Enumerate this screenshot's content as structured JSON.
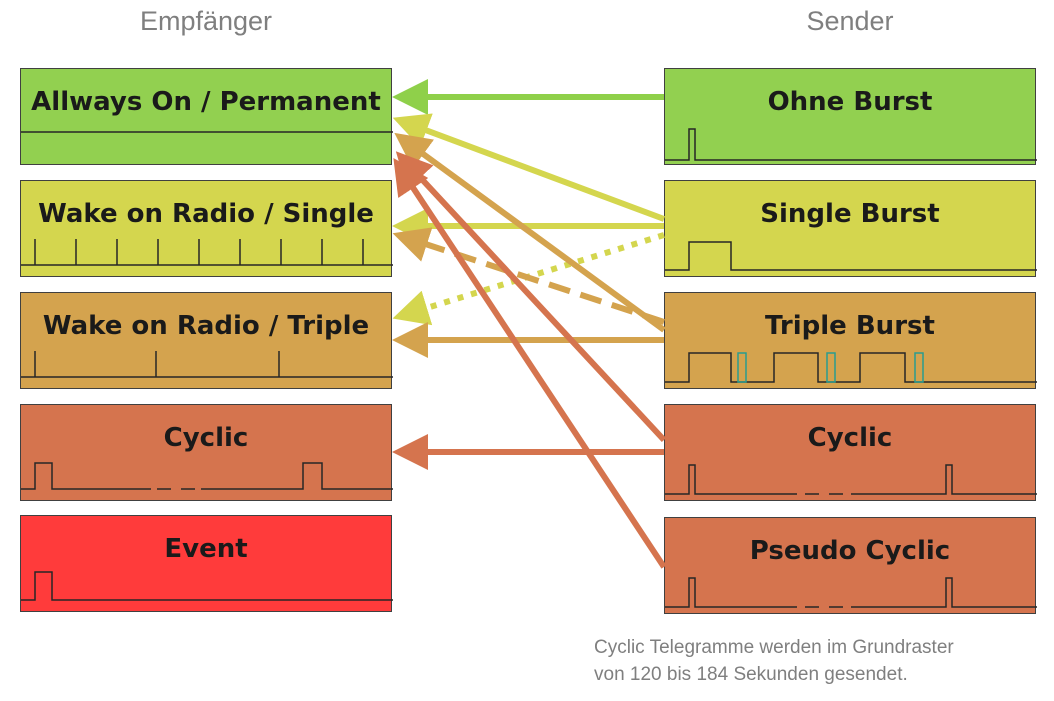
{
  "headers": {
    "receiver": "Empfänger",
    "sender": "Sender"
  },
  "receivers": [
    {
      "label": "Allways On / Permanent",
      "color": "#92d050"
    },
    {
      "label": "Wake on Radio / Single",
      "color": "#d4d64e"
    },
    {
      "label": "Wake on Radio / Triple",
      "color": "#d4a34e"
    },
    {
      "label": "Cyclic",
      "color": "#d5744e"
    },
    {
      "label": "Event",
      "color": "#ff3b3b"
    }
  ],
  "senders": [
    {
      "label": "Ohne Burst",
      "color": "#92d050"
    },
    {
      "label": "Single Burst",
      "color": "#d4d64e"
    },
    {
      "label": "Triple Burst",
      "color": "#d4a34e"
    },
    {
      "label": "Cyclic",
      "color": "#d5744e"
    },
    {
      "label": "Pseudo Cyclic",
      "color": "#d5744e"
    }
  ],
  "note": {
    "line1": "Cyclic Telegramme werden im Grundraster",
    "line2": "von 120 bis 184 Sekunden gesendet."
  },
  "connections": [
    {
      "from": "Ohne Burst",
      "to": "Allways On / Permanent",
      "style": "solid",
      "color": "#8fd04a"
    },
    {
      "from": "Single Burst",
      "to": "Allways On / Permanent",
      "style": "solid",
      "color": "#d4d64e"
    },
    {
      "from": "Single Burst",
      "to": "Wake on Radio / Single",
      "style": "solid",
      "color": "#d4d64e"
    },
    {
      "from": "Single Burst",
      "to": "Wake on Radio / Triple",
      "style": "dotted",
      "color": "#d4d64e"
    },
    {
      "from": "Triple Burst",
      "to": "Allways On / Permanent",
      "style": "solid",
      "color": "#d4a34e"
    },
    {
      "from": "Triple Burst",
      "to": "Wake on Radio / Single",
      "style": "dashed",
      "color": "#d4a34e"
    },
    {
      "from": "Triple Burst",
      "to": "Wake on Radio / Triple",
      "style": "solid",
      "color": "#d4a34e"
    },
    {
      "from": "Cyclic",
      "to": "Allways On / Permanent",
      "style": "solid",
      "color": "#d5744e"
    },
    {
      "from": "Cyclic",
      "to": "Cyclic",
      "style": "solid",
      "color": "#d5744e"
    },
    {
      "from": "Pseudo Cyclic",
      "to": "Allways On / Permanent",
      "style": "solid",
      "color": "#d5744e"
    }
  ]
}
